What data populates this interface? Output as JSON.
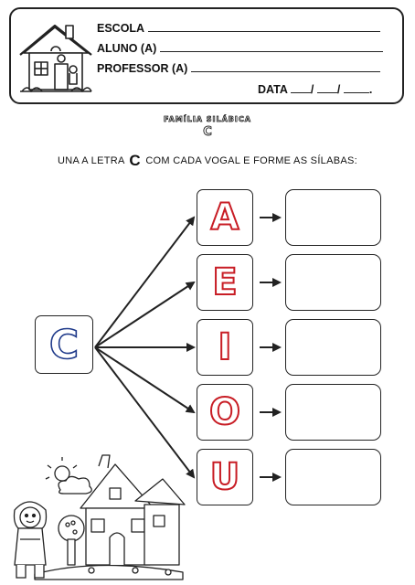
{
  "header": {
    "escola_label": "ESCOLA",
    "aluno_label": "ALUNO (A)",
    "professor_label": "PROFESSOR (A)",
    "data_label": "DATA",
    "date_sep": "/"
  },
  "title": {
    "familia": "FAMÍLIA SILÁBICA",
    "letter": "C"
  },
  "instruction": {
    "prefix": "UNA A LETRA",
    "letter": "C",
    "suffix": "COM CADA VOGAL E FORME AS SÍLABAS:"
  },
  "source_letter": "C",
  "vowels": [
    "A",
    "E",
    "I",
    "O",
    "U"
  ],
  "colors": {
    "vowel_outline": "#c81d25",
    "source_outline": "#1f3a8a",
    "line": "#222222"
  },
  "icons": [
    "house-icon",
    "school-scene-illustration",
    "girl-illustration"
  ]
}
